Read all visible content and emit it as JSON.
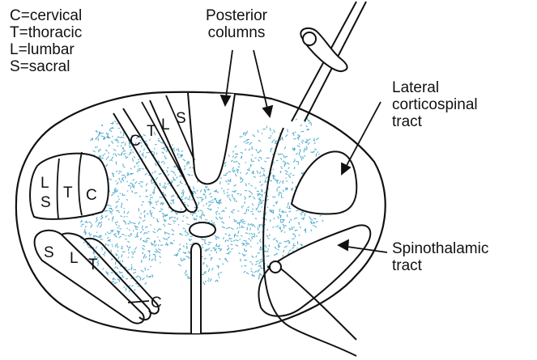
{
  "legend": {
    "items": [
      "C=cervical",
      "T=thoracic",
      "L=lumbar",
      "S=sacral"
    ]
  },
  "labels": {
    "posterior_columns": [
      "Posterior",
      "columns"
    ],
    "lateral_corticospinal": [
      "Lateral",
      "corticospinal",
      "tract"
    ],
    "spinothalamic": [
      "Spinothalamic",
      "tract"
    ]
  },
  "segments": {
    "dorsal": [
      "C",
      "T",
      "L",
      "S"
    ],
    "lateral": [
      "L",
      "S",
      "T",
      "C"
    ],
    "ventral": [
      "S",
      "L",
      "T",
      "C"
    ]
  },
  "colors": {
    "outline": "#111111",
    "grey_matter": "#4aa9c9",
    "background": "#ffffff"
  }
}
